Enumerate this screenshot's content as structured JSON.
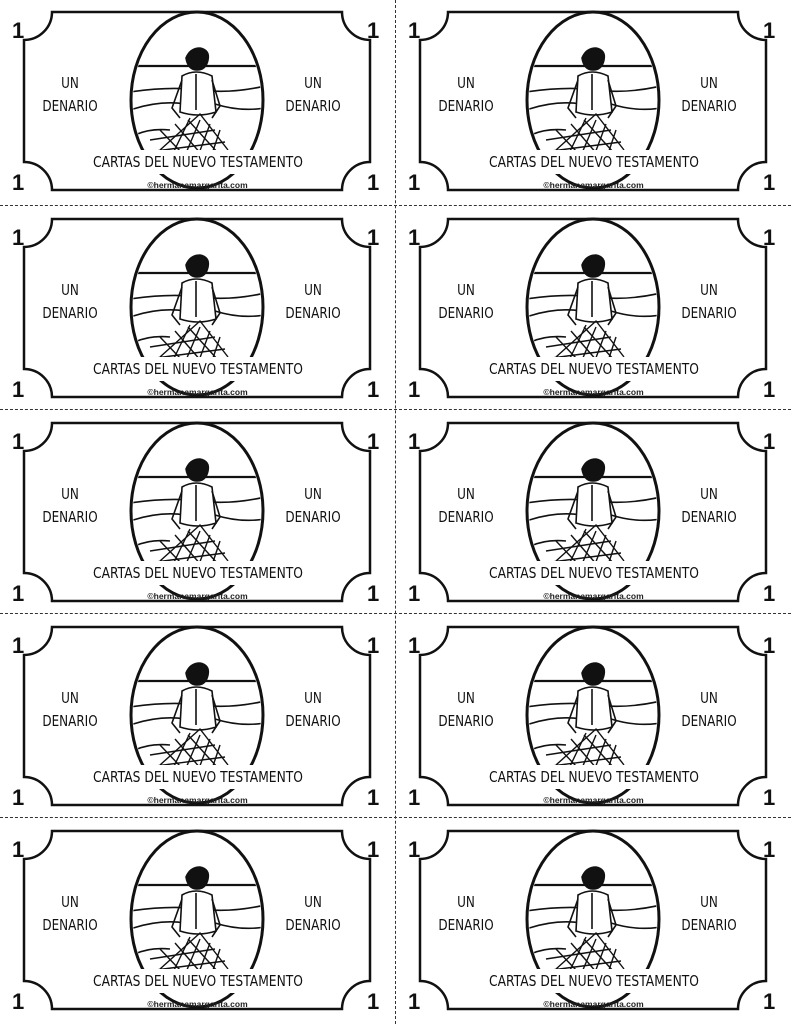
{
  "sheet": {
    "bill": {
      "denomination": "1",
      "word_top": "UN",
      "word_bottom": "DENARIO",
      "banner": "CARTAS DEL NUEVO TESTAMENTO",
      "watermark": "©hermanamargarita.com",
      "vignette_icon": "fisherman-with-net-icon"
    },
    "layout": {
      "columns": 2,
      "rows": 5
    }
  }
}
